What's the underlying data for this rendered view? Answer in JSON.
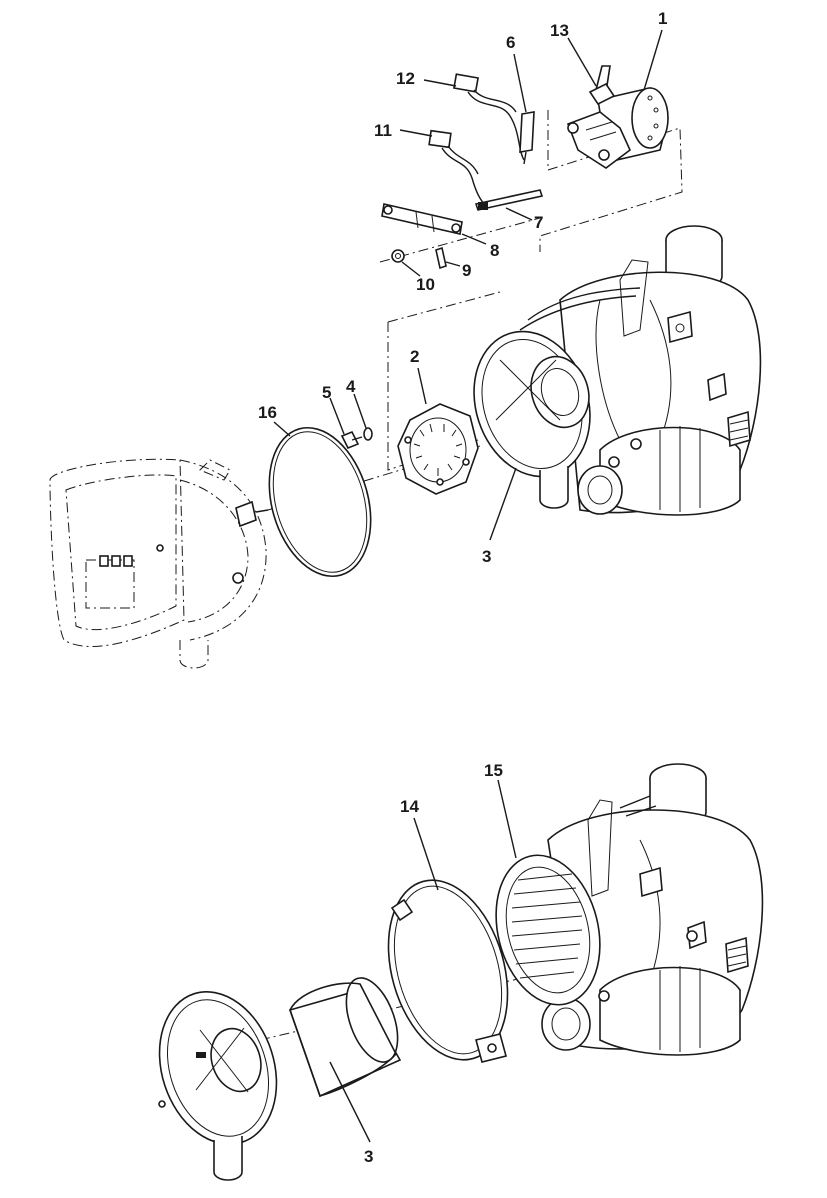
{
  "diagram": {
    "type": "exploded-parts-view",
    "callouts_top": [
      "1",
      "2",
      "3",
      "4",
      "5",
      "6",
      "7",
      "8",
      "9",
      "10",
      "11",
      "12",
      "13",
      "16"
    ],
    "callouts_bottom": [
      "14",
      "15",
      "3"
    ],
    "line_color": "#1a1a1a",
    "background": "#ffffff"
  }
}
